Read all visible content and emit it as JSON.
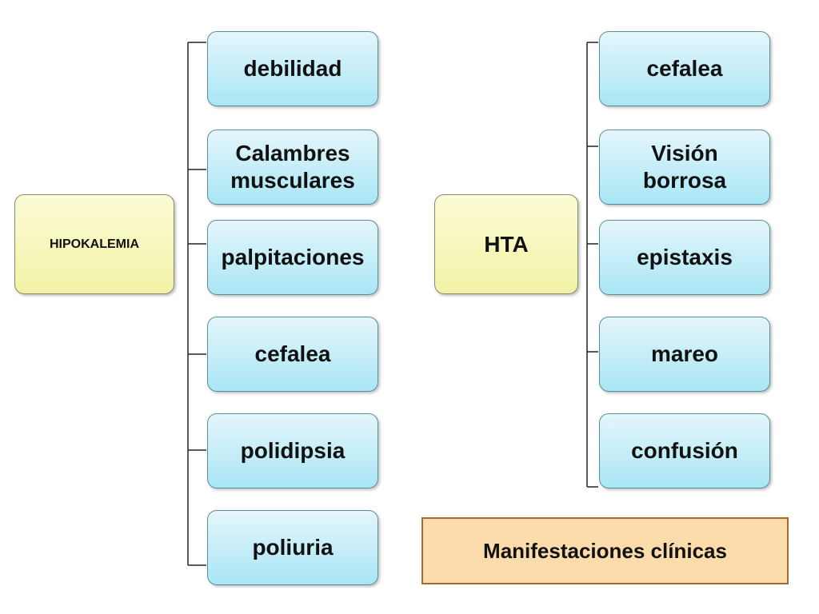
{
  "left_tree": {
    "root": "HIPOKALEMIA",
    "children": [
      "debilidad",
      "Calambres musculares",
      "palpitaciones",
      "cefalea",
      "polidipsia",
      "poliuria"
    ]
  },
  "right_tree": {
    "root": "HTA",
    "children": [
      "cefalea",
      "Visión borrosa",
      "epistaxis",
      "mareo",
      "confusión"
    ]
  },
  "caption": "Manifestaciones clínicas",
  "colors": {
    "root_fill": "#f4f4b0",
    "child_fill": "#b6e9f6",
    "caption_fill": "#fcdcab",
    "caption_border": "#a56a2e",
    "connector": "#222222"
  }
}
